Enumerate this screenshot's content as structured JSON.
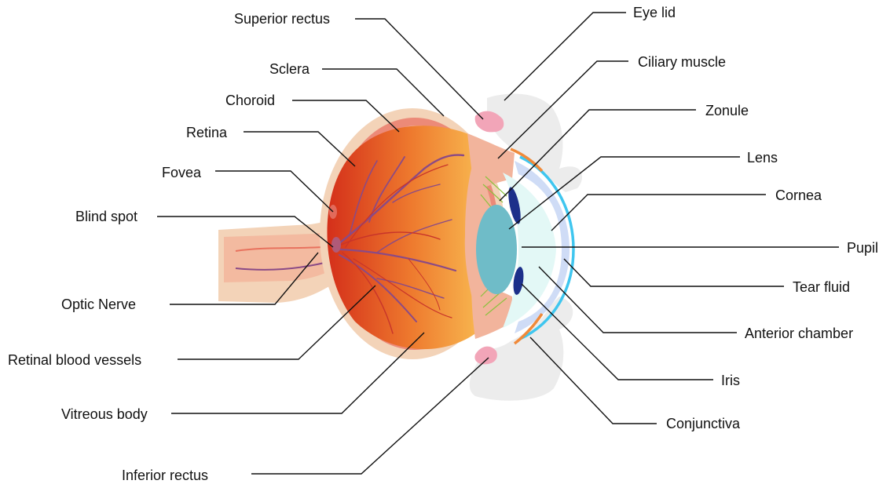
{
  "labels_left": [
    {
      "id": "superior-rectus",
      "text": "Superior rectus"
    },
    {
      "id": "sclera",
      "text": "Sclera"
    },
    {
      "id": "choroid",
      "text": "Choroid"
    },
    {
      "id": "retina",
      "text": "Retina"
    },
    {
      "id": "fovea",
      "text": "Fovea"
    },
    {
      "id": "blind-spot",
      "text": "Blind spot"
    },
    {
      "id": "optic-nerve",
      "text": "Optic Nerve"
    },
    {
      "id": "retinal-blood-vessels",
      "text": "Retinal blood vessels"
    },
    {
      "id": "vitreous-body",
      "text": "Vitreous body"
    },
    {
      "id": "inferior-rectus",
      "text": "Inferior rectus"
    }
  ],
  "labels_right": [
    {
      "id": "eye-lid",
      "text": "Eye lid"
    },
    {
      "id": "ciliary-muscle",
      "text": "Ciliary muscle"
    },
    {
      "id": "zonule",
      "text": "Zonule"
    },
    {
      "id": "lens",
      "text": "Lens"
    },
    {
      "id": "cornea",
      "text": "Cornea"
    },
    {
      "id": "pupil",
      "text": "Pupil"
    },
    {
      "id": "tear-fluid",
      "text": "Tear fluid"
    },
    {
      "id": "anterior-chamber",
      "text": "Anterior chamber"
    },
    {
      "id": "iris",
      "text": "Iris"
    },
    {
      "id": "conjunctiva",
      "text": "Conjunctiva"
    }
  ],
  "colors": {
    "sclera": "#f3d3b8",
    "choroid": "#ec8a78",
    "retina": "#f2b49c",
    "vitreous_dark": "#d8351d",
    "vitreous_light": "#f7b04c",
    "vessels": "#8a4a86",
    "lens": "#6fbcc8",
    "cornea": "#dce8fb",
    "anterior_chamber": "#e3f8f6",
    "tear_fluid": "#3fc6ef",
    "iris": "#1c2f8a",
    "conjunctiva": "#f08a3a",
    "eyelid": "#ececec",
    "muscle": "#f2a5b8",
    "leader": "#111111"
  }
}
